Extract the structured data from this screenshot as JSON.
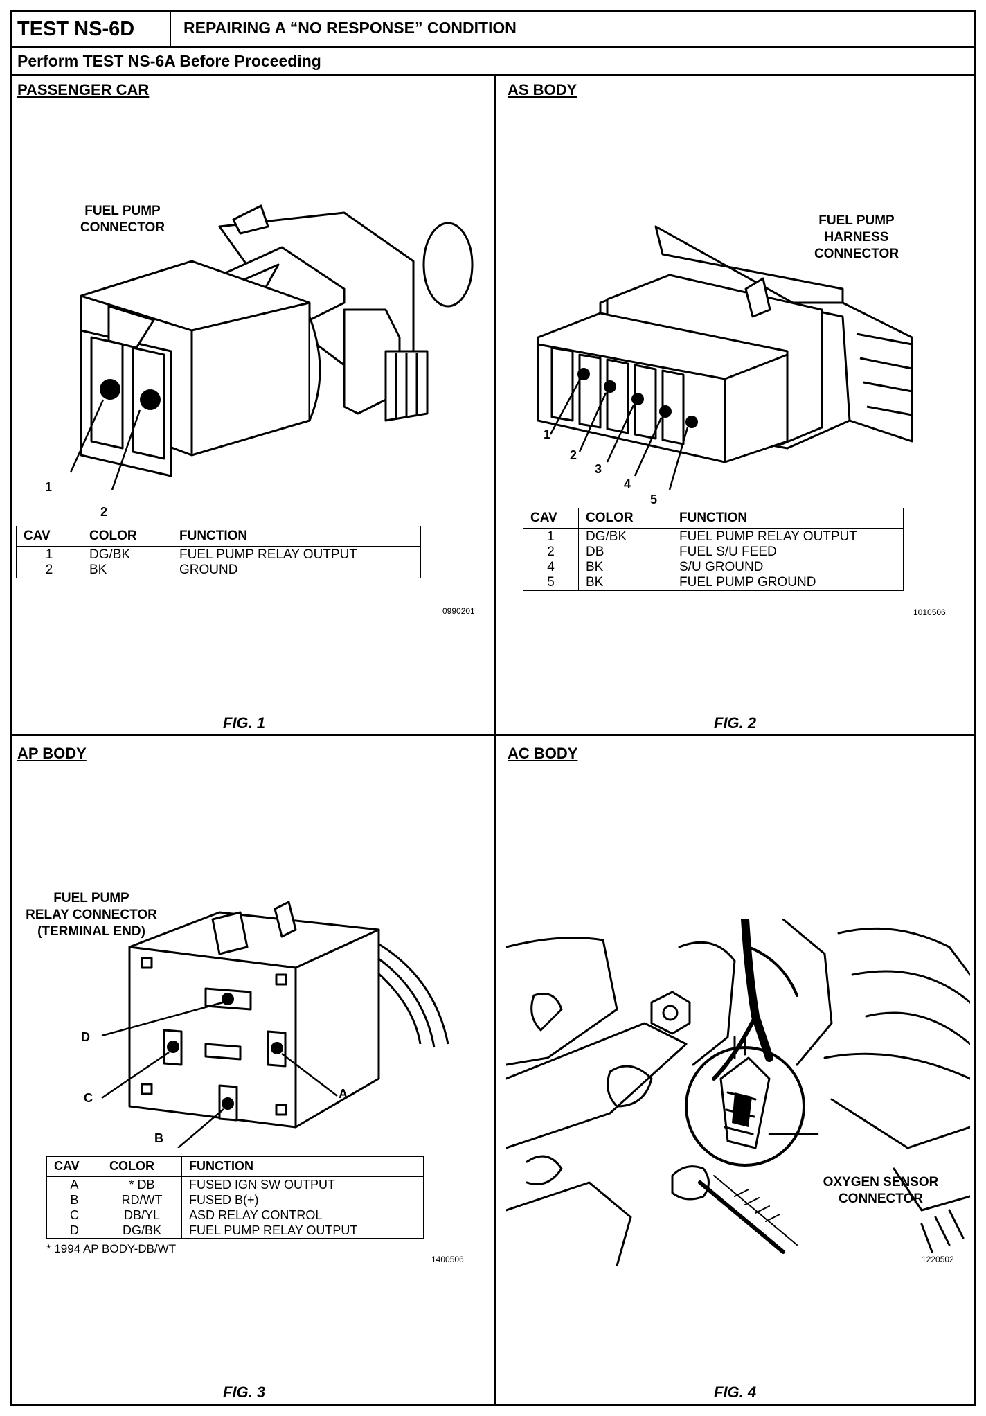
{
  "header": {
    "test_id": "TEST NS-6D",
    "title": "REPAIRING A “NO RESPONSE” CONDITION",
    "subtitle": "Perform TEST NS-6A Before Proceeding"
  },
  "panels": {
    "p1": {
      "title": "PASSENGER CAR",
      "connector_label": "FUEL PUMP\nCONNECTOR",
      "pins": [
        "1",
        "2"
      ],
      "table_headers": [
        "CAV",
        "COLOR",
        "FUNCTION"
      ],
      "rows": [
        {
          "cav": "1",
          "color": "DG/BK",
          "function": "FUEL PUMP RELAY OUTPUT"
        },
        {
          "cav": "2",
          "color": "BK",
          "function": "GROUND"
        }
      ],
      "code": "0990201",
      "fig": "FIG. 1"
    },
    "p2": {
      "title": "AS BODY",
      "connector_label": "FUEL PUMP\nHARNESS\nCONNECTOR",
      "pins": [
        "1",
        "2",
        "3",
        "4",
        "5"
      ],
      "table_headers": [
        "CAV",
        "COLOR",
        "FUNCTION"
      ],
      "rows": [
        {
          "cav": "1",
          "color": "DG/BK",
          "function": "FUEL PUMP RELAY OUTPUT"
        },
        {
          "cav": "2",
          "color": "DB",
          "function": "FUEL S/U FEED"
        },
        {
          "cav": "4",
          "color": "BK",
          "function": "S/U GROUND"
        },
        {
          "cav": "5",
          "color": "BK",
          "function": "FUEL PUMP GROUND"
        }
      ],
      "code": "1010506",
      "fig": "FIG. 2"
    },
    "p3": {
      "title": "AP BODY",
      "connector_label": "FUEL PUMP\nRELAY CONNECTOR\n(TERMINAL END)",
      "pins": [
        "A",
        "B",
        "C",
        "D"
      ],
      "table_headers": [
        "CAV",
        "COLOR",
        "FUNCTION"
      ],
      "rows": [
        {
          "cav": "A",
          "color": "* DB",
          "function": "FUSED IGN SW OUTPUT"
        },
        {
          "cav": "B",
          "color": "RD/WT",
          "function": "FUSED B(+)"
        },
        {
          "cav": "C",
          "color": "DB/YL",
          "function": "ASD RELAY CONTROL"
        },
        {
          "cav": "D",
          "color": "DG/BK",
          "function": "FUEL PUMP RELAY OUTPUT"
        }
      ],
      "footnote": "* 1994 AP BODY-DB/WT",
      "code": "1400506",
      "fig": "FIG. 3"
    },
    "p4": {
      "title": "AC BODY",
      "connector_label": "OXYGEN SENSOR\nCONNECTOR",
      "code": "1220502",
      "fig": "FIG. 4"
    }
  }
}
